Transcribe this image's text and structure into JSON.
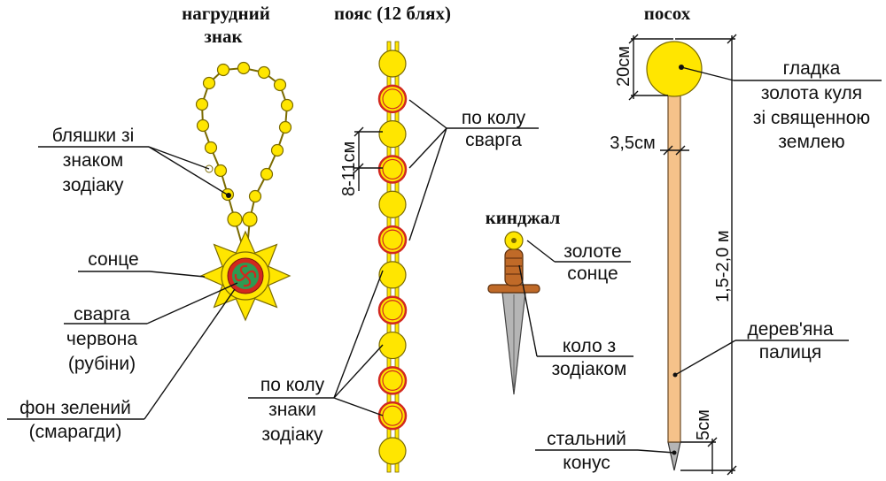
{
  "colors": {
    "gold": "#ffe600",
    "gold_stroke": "#7a6a00",
    "red": "#d2281e",
    "green": "#2e9a52",
    "wood": "#f5c28a",
    "bronze": "#c06a28",
    "steel": "#b5b5b5"
  },
  "badge": {
    "title_line1": "нагрудний",
    "title_line2": "знак",
    "label_plaques": [
      "бляшки зі",
      "знаком",
      "зодіаку"
    ],
    "label_sun": "сонце",
    "label_svarga": [
      "сварга",
      "червона",
      "(рубіни)"
    ],
    "label_background": [
      "фон зелений",
      "(смарагди)"
    ]
  },
  "belt": {
    "title": "пояс (12 блях)",
    "plaque_count": 12,
    "spacing_label": "8-11см",
    "label_svarga": [
      "по колу",
      "сварга"
    ],
    "label_zodiac": [
      "по колу",
      "знаки",
      "зодіаку"
    ]
  },
  "dagger": {
    "title": "кинджал",
    "label_sun": [
      "золоте",
      "сонце"
    ],
    "label_zodiac": [
      "коло з",
      "зодіаком"
    ]
  },
  "staff": {
    "title": "посох",
    "ball_size_label": "20см",
    "shaft_width_label": "3,5см",
    "length_label": "1,5-2,0 м",
    "cone_length_label": "5см",
    "label_ball": [
      "гладка",
      "золота куля",
      "зі священною",
      "землею"
    ],
    "label_shaft": [
      "дерев'яна",
      "палиця"
    ],
    "label_cone": [
      "стальний",
      "конус"
    ]
  }
}
